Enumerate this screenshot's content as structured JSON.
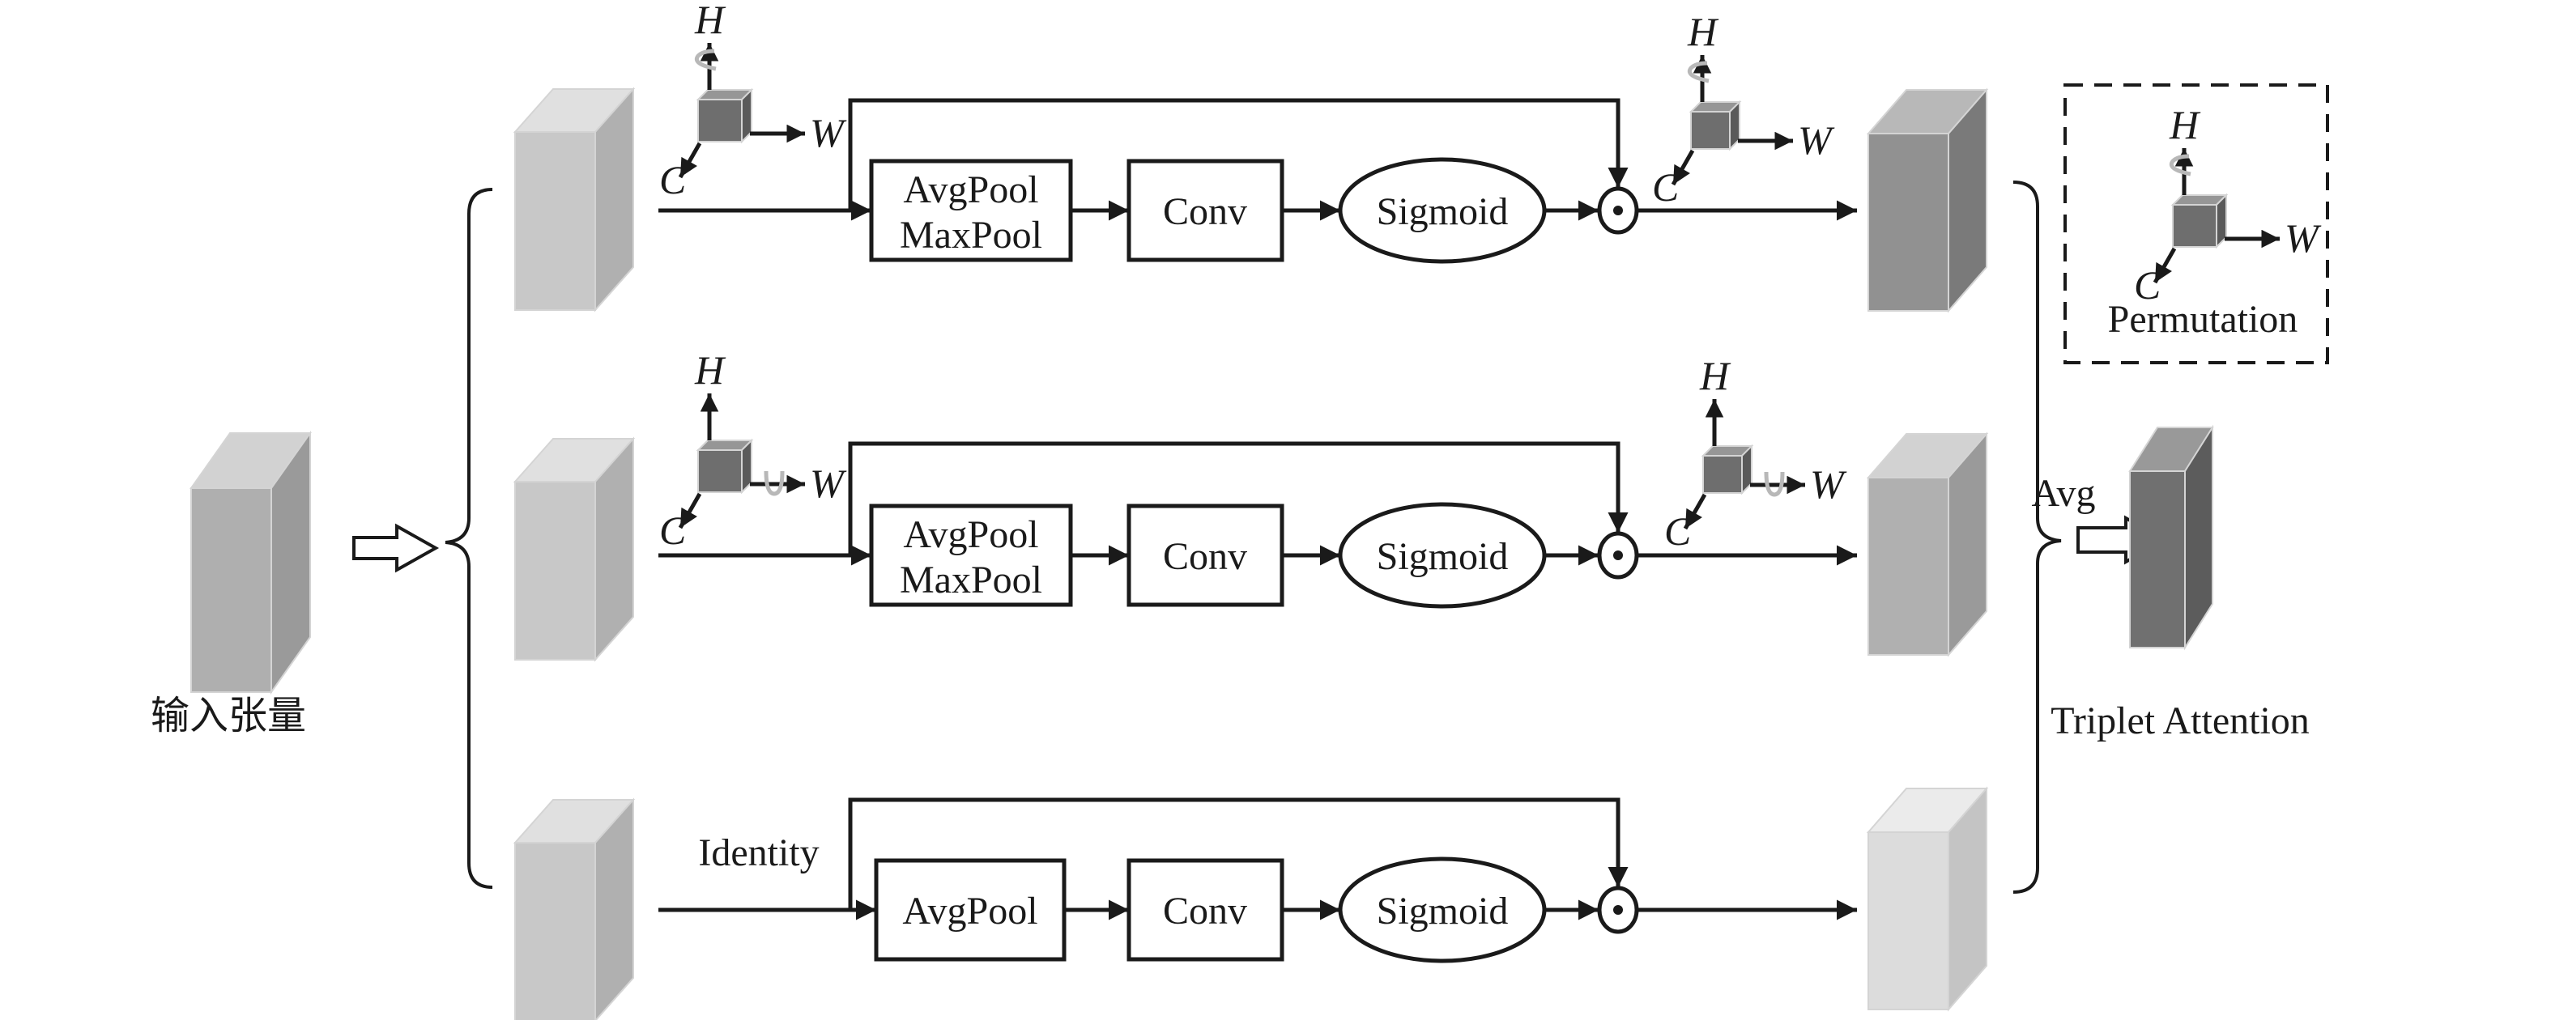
{
  "title": "Triplet Attention",
  "input": {
    "label": "输入张量",
    "colors": {
      "front": "#afafaf",
      "side": "#9a9a9a",
      "top": "#d2d2d2"
    }
  },
  "output": {
    "label": "Triplet Attention",
    "avg_label": "Avg",
    "colors": {
      "front": "#707070",
      "side": "#5c5c5c",
      "top": "#999999"
    }
  },
  "axes": {
    "h": "H",
    "w": "W",
    "c": "C"
  },
  "legend": {
    "label": "Permutation",
    "rotation_icon": "rotate-around-h-icon"
  },
  "branches": [
    {
      "id": "branch-1",
      "rotation": "rotate-around-h",
      "pool_lines": [
        "AvgPool",
        "MaxPool"
      ],
      "conv_label": "Conv",
      "sigmoid_label": "Sigmoid",
      "multiply_symbol": "⊙",
      "pre_label": "",
      "has_permute_in": true,
      "has_permute_out": true,
      "in_colors": {
        "front": "#c8c8c8",
        "side": "#b0b0b0",
        "top": "#e0e0e0"
      },
      "out_colors": {
        "front": "#919191",
        "side": "#7a7a7a",
        "top": "#b8b8b8"
      }
    },
    {
      "id": "branch-2",
      "rotation": "rotate-around-w",
      "pool_lines": [
        "AvgPool",
        "MaxPool"
      ],
      "conv_label": "Conv",
      "sigmoid_label": "Sigmoid",
      "multiply_symbol": "⊙",
      "pre_label": "",
      "has_permute_in": true,
      "has_permute_out": true,
      "in_colors": {
        "front": "#c8c8c8",
        "side": "#b0b0b0",
        "top": "#e0e0e0"
      },
      "out_colors": {
        "front": "#b0b0b0",
        "side": "#9a9a9a",
        "top": "#d2d2d2"
      }
    },
    {
      "id": "branch-3",
      "rotation": "none",
      "pool_lines": [
        "AvgPool"
      ],
      "conv_label": "Conv",
      "sigmoid_label": "Sigmoid",
      "multiply_symbol": "⊙",
      "pre_label": "Identity",
      "has_permute_in": false,
      "has_permute_out": false,
      "in_colors": {
        "front": "#c8c8c8",
        "side": "#b0b0b0",
        "top": "#e0e0e0"
      },
      "out_colors": {
        "front": "#dcdcdc",
        "side": "#c4c4c4",
        "top": "#ebebeb"
      }
    }
  ],
  "colors": {
    "ink": "#1a1a1a",
    "cube_front": "#6e6e6e",
    "cube_side": "#5a5a5a",
    "cube_top": "#969696",
    "rotation_arrow": "#b8b8b8"
  }
}
